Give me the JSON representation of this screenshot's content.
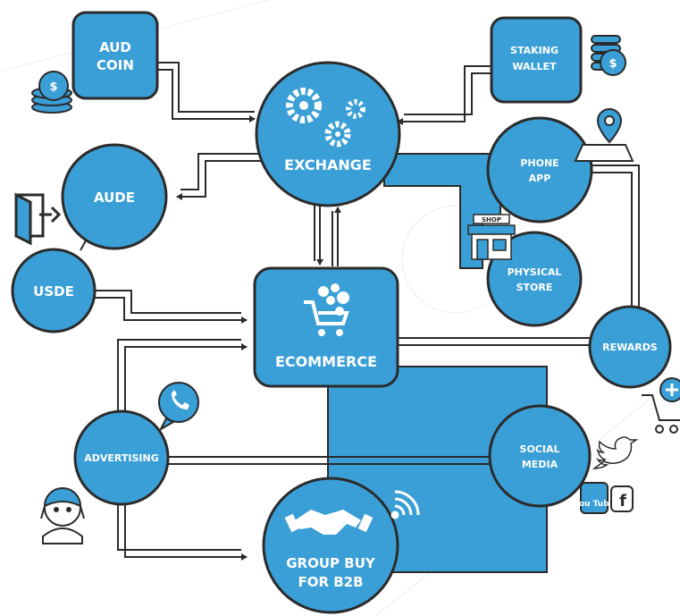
{
  "colors": {
    "node_fill": "#3a9fd6",
    "node_stroke": "#2b2b2b",
    "connector": "#2b2b2b",
    "background": "#ffffff"
  },
  "nodes": {
    "aud_coin": {
      "line1": "AUD",
      "line2": "COIN"
    },
    "staking_wallet": {
      "line1": "STAKING",
      "line2": "WALLET"
    },
    "exchange": {
      "label": "EXCHANGE"
    },
    "aude": {
      "label": "AUDE"
    },
    "usde": {
      "label": "USDE"
    },
    "phone_app": {
      "line1": "PHONE",
      "line2": "APP"
    },
    "physical_store": {
      "line1": "PHYSICAL",
      "line2": "STORE"
    },
    "ecommerce": {
      "label": "ECOMMERCE"
    },
    "rewards": {
      "label": "REWARDS"
    },
    "advertising": {
      "label": "ADVERTISING"
    },
    "social_media": {
      "line1": "SOCIAL",
      "line2": "MEDIA"
    },
    "group_buy": {
      "line1": "GROUP BUY",
      "line2": "FOR B2B"
    }
  },
  "icons": {
    "coins": "coin-stack-icon",
    "wallet_coins": "coin-stack-dollar-icon",
    "exit_door": "exit-door-icon",
    "gears": "gears-icon",
    "location_pin": "location-pin-icon",
    "shop": "shop-icon",
    "cart": "shopping-cart-icon",
    "phone_bubble": "phone-bubble-icon",
    "headset_user": "support-person-icon",
    "handshake": "handshake-icon",
    "wifi": "wifi-icon",
    "twitter": "twitter-icon",
    "youtube": "youtube-icon",
    "facebook": "facebook-icon",
    "cart_plus": "cart-plus-icon"
  },
  "badges": {
    "youtube_text": "You Tube",
    "facebook_text": "f",
    "shop_sign": "SHOP"
  }
}
